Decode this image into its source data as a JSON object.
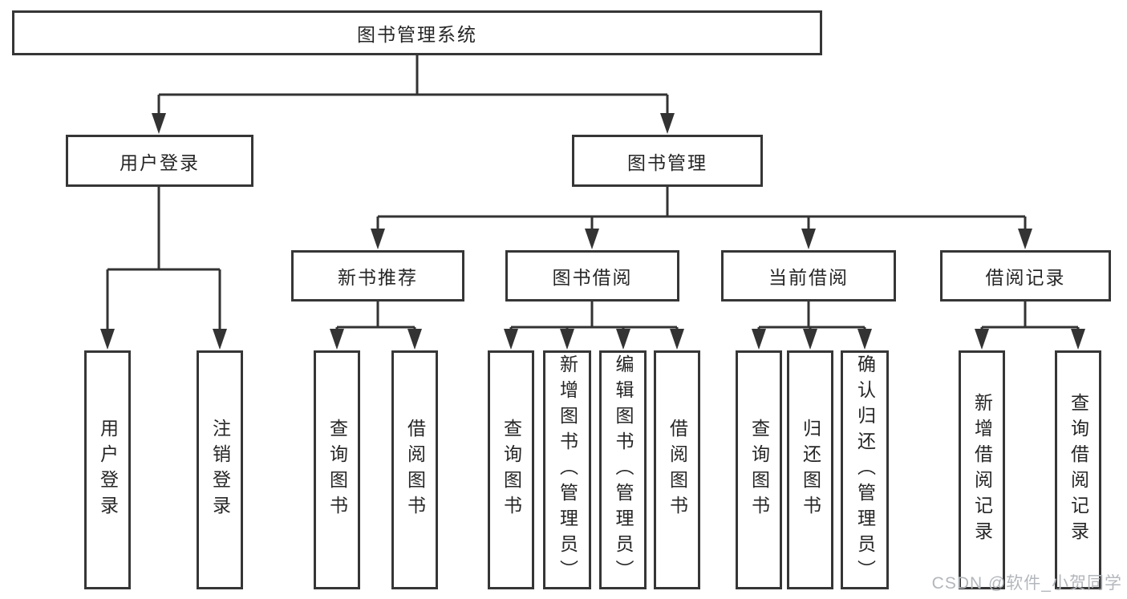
{
  "nodes": {
    "root": "图书管理系统",
    "user_login": "用户登录",
    "book_mgmt": "图书管理",
    "new_book": "新书推荐",
    "book_borrow": "图书借阅",
    "current_borrow": "当前借阅",
    "borrow_record": "借阅记录",
    "leaf_user_login": "用户登录",
    "leaf_logout": "注销登录",
    "leaf_nb_query": "查询图书",
    "leaf_nb_borrow": "借阅图书",
    "leaf_bb_query": "查询图书",
    "leaf_bb_add": "新增图书（管理员）",
    "leaf_bb_edit": "编辑图书（管理员）",
    "leaf_bb_borrow": "借阅图书",
    "leaf_cb_query": "查询图书",
    "leaf_cb_return": "归还图书",
    "leaf_cb_confirm": "确认归还（管理员）",
    "leaf_rec_add": "新增借阅记录",
    "leaf_rec_query": "查询借阅记录"
  },
  "watermark": "CSDN @软件_小贺同学",
  "colors": {
    "line": "#333333",
    "box_border": "#363636",
    "text": "#262626",
    "watermark": "#b3b7bc",
    "background": "#ffffff"
  }
}
